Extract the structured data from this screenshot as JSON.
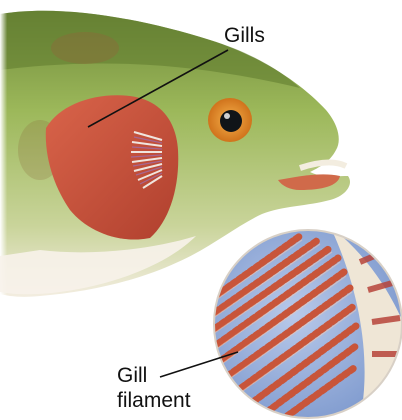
{
  "labels": {
    "gills": "Gills",
    "gill_filament_line1": "Gill",
    "gill_filament_line2": "filament"
  },
  "colors": {
    "fish_green": "#9cb85a",
    "fish_olive": "#6f8a3a",
    "gill_red": "#c6523c",
    "eye_orange": "#e08a2a",
    "magnifier_blue": "#8aa8d6",
    "filament_red": "#c8553a"
  }
}
